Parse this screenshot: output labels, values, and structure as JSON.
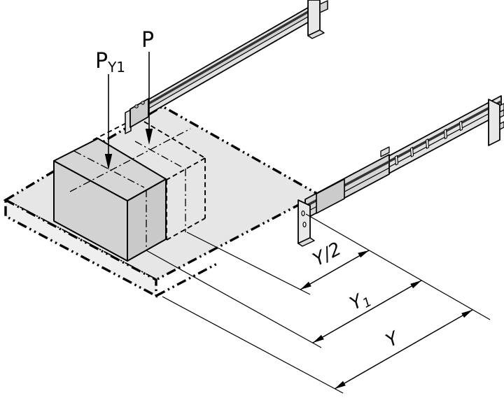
{
  "diagram": {
    "title": "Telescopic slide load application points and depth dimensions",
    "type": "isometric-technical-illustration",
    "labels": {
      "force_center": "P",
      "force_offset_main": "P",
      "force_offset_sub": "Y1",
      "dim_half": "Y/2",
      "dim_y1_main": "Y",
      "dim_y1_sub": "1",
      "dim_total": "Y"
    },
    "colors": {
      "background": "#ffffff",
      "line": "#000000",
      "platform_top": "#e6e6e6",
      "platform_front": "#efefef",
      "box_top": "#d6d6d6",
      "box_front": "#d2d2d2",
      "box_side": "#c9c9c9",
      "rail_light": "#e2e2e2",
      "rail_mid": "#d0d0d0",
      "rail_sleeve": "#d6d6d6",
      "rail_dark": "#333333",
      "bracket": "#e8e8e8",
      "cap": "#cccccc"
    }
  }
}
